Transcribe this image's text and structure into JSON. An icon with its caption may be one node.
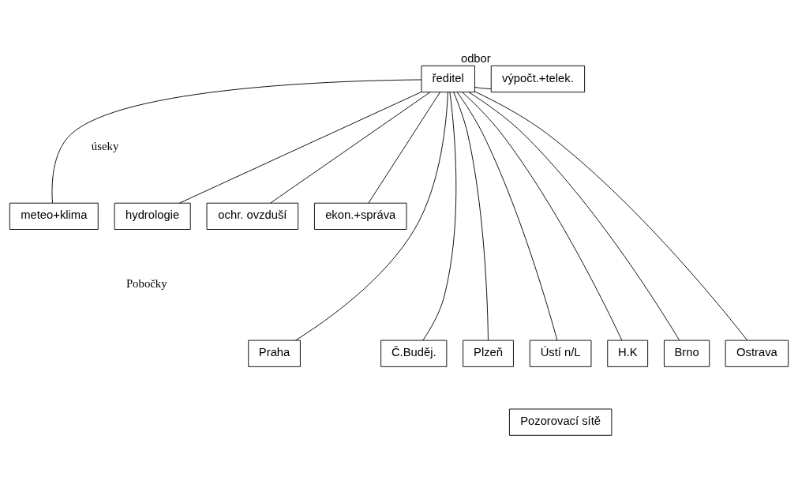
{
  "diagram": {
    "nodes": [
      {
        "text": [
          "ředitel"
        ]
      },
      {
        "text": [
          "výpočt.+telek."
        ],
        "beside": [
          "odbor"
        ]
      },
      {
        "text": [
          "meteo+klima"
        ]
      },
      {
        "text": [
          "hydrologie"
        ]
      },
      {
        "text": [
          "ochr. ovzduší"
        ]
      },
      {
        "text": [
          "ekon.+správa"
        ]
      },
      {
        "text": [
          "Praha"
        ]
      },
      {
        "text": [
          "Č.Buděj."
        ]
      },
      {
        "text": [
          "Plzeň"
        ]
      },
      {
        "text": [
          "Ústí n/L"
        ]
      },
      {
        "text": [
          "H.K"
        ]
      },
      {
        "text": [
          "Brno"
        ]
      },
      {
        "text": [
          "Ostrava"
        ]
      },
      {
        "text": [
          "Pozorovací sítě"
        ]
      }
    ],
    "edges": [
      {
        "from": 0,
        "to": 1,
        "arrow": "none"
      },
      {
        "from": 0,
        "to": 2,
        "arrow": "none"
      },
      {
        "from": 0,
        "to": 3,
        "arrow": "none"
      },
      {
        "from": 0,
        "to": 4,
        "arrow": "none"
      },
      {
        "from": 0,
        "to": 5,
        "arrow": "none"
      },
      {
        "from": 0,
        "to": 6,
        "arrow": "none"
      },
      {
        "from": 0,
        "to": 7,
        "arrow": "none"
      },
      {
        "from": 0,
        "to": 8,
        "arrow": "none"
      },
      {
        "from": 0,
        "to": 9,
        "arrow": "none"
      },
      {
        "from": 0,
        "to": 10,
        "arrow": "none"
      },
      {
        "from": 0,
        "to": 11,
        "arrow": "none"
      },
      {
        "from": 0,
        "to": 12,
        "arrow": "none"
      }
    ],
    "labels": [
      "úseky",
      "Pobočky"
    ]
  }
}
